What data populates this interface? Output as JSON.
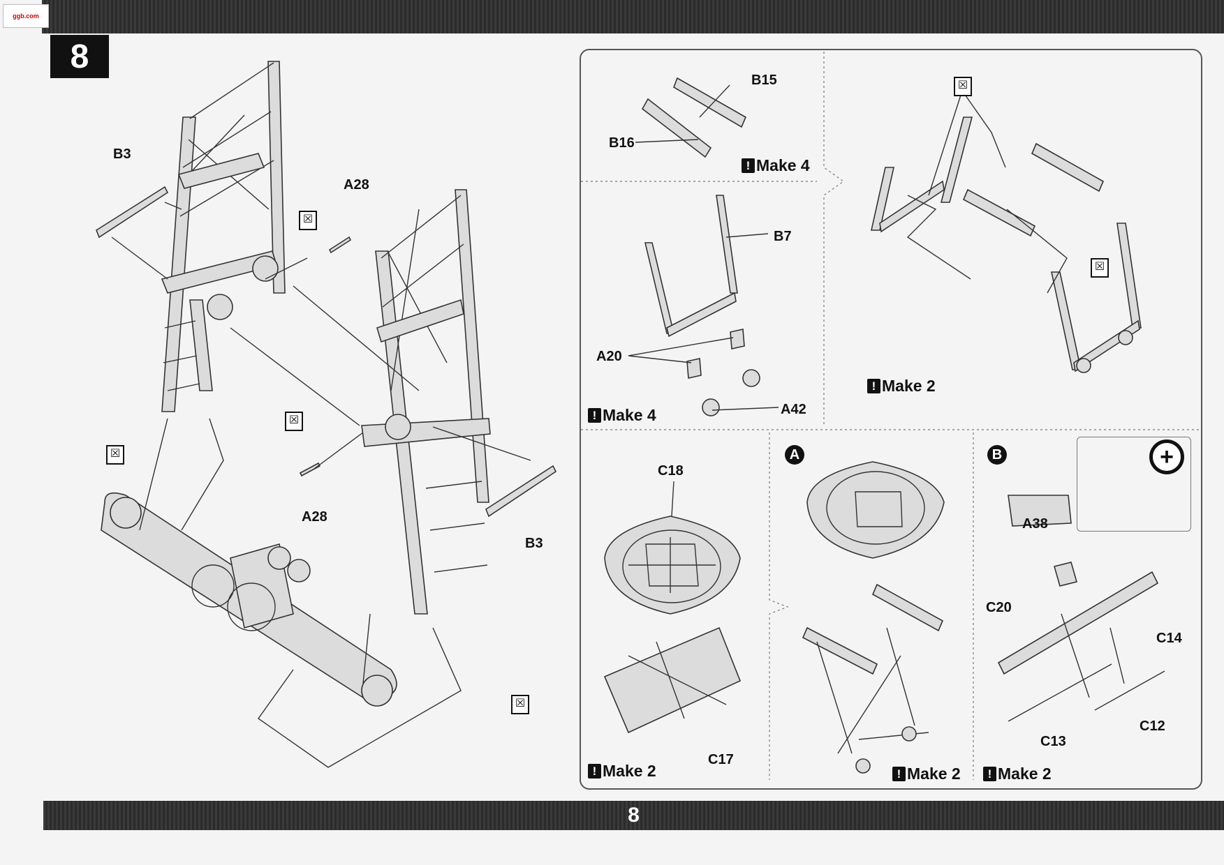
{
  "step": {
    "number": "8"
  },
  "footer": {
    "page_number": "8"
  },
  "watermark": {
    "text": "ggb.com"
  },
  "main_assembly": {
    "labels": [
      "B3",
      "A28",
      "A28",
      "B3"
    ]
  },
  "sub_panels": {
    "b15_b16": {
      "labels": [
        "B15",
        "B16"
      ],
      "make": "Make 4"
    },
    "b7": {
      "labels": [
        "B7",
        "A20",
        "A42"
      ],
      "make": "Make 4"
    },
    "frame": {
      "make": "Make 2"
    },
    "ring": {
      "labels": [
        "C18",
        "C17"
      ],
      "make": "Make 2"
    },
    "section_a": {
      "marker": "A",
      "make": "Make 2"
    },
    "section_b": {
      "marker": "B",
      "labels": [
        "A38",
        "C20",
        "C14",
        "C12",
        "C13"
      ],
      "make": "Make 2"
    }
  },
  "icons": {
    "glue": "no-glue-icon",
    "zoom": "magnify-plus-icon",
    "warning": "exclamation-icon"
  }
}
